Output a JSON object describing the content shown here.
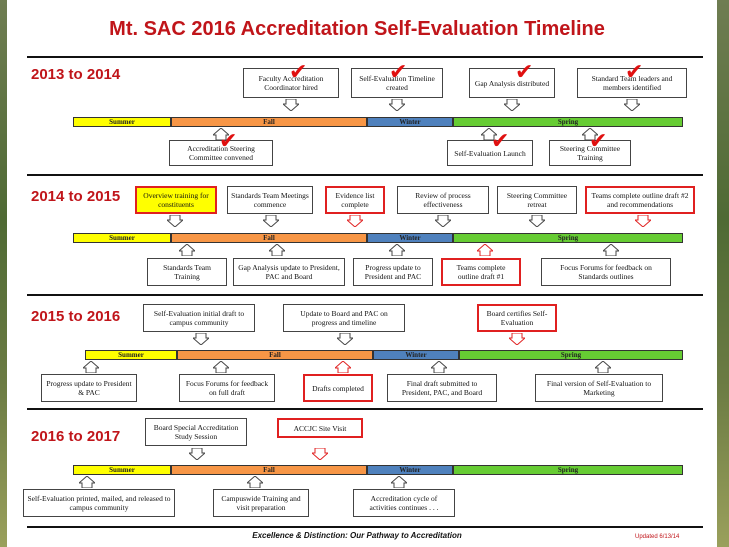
{
  "title": "Mt. SAC 2016 Accreditation Self-Evaluation Timeline",
  "seasons": [
    "Summer",
    "Fall",
    "Winter",
    "Spring"
  ],
  "colors": {
    "summer": "#ffff00",
    "fall": "#f79646",
    "winter": "#4f81bd",
    "spring": "#66cc33",
    "accent": "#c0151a"
  },
  "years": [
    "2013 to 2014",
    "2014 to 2015",
    "2015 to 2016",
    "2016 to 2017"
  ],
  "row1": {
    "top": [
      "Faculty Accreditation Coordinator hired",
      "Self-Evaluation Timeline created",
      "Gap Analysis distributed",
      "Standard Team leaders and members identified"
    ],
    "bottom": [
      "Accreditation Steering Committee convened",
      "Self-Evaluation Launch",
      "Steering Committee Training"
    ]
  },
  "row2": {
    "top": [
      "Overview training for constituents",
      "Standards Team Meetings commence",
      "Evidence list complete",
      "Review of process effectiveness",
      "Steering Committee retreat",
      "Teams complete outline draft #2 and recommendations"
    ],
    "bottom": [
      "Standards Team Training",
      "Gap Analysis update to President, PAC and Board",
      "Progress update to President and PAC",
      "Teams complete outline draft #1",
      "Focus Forums for feedback on Standards outlines"
    ]
  },
  "row3": {
    "top": [
      "Self-Evaluation initial draft to campus community",
      "Update to Board and PAC on progress and timeline",
      "Board certifies Self-Evaluation"
    ],
    "bottom": [
      "Progress update to President & PAC",
      "Focus Forums for feedback on full draft",
      "Drafts completed",
      "Final draft submitted to President, PAC, and Board",
      "Final version of Self-Evaluation to Marketing"
    ]
  },
  "row4": {
    "top": [
      "Board Special Accreditation Study Session",
      "ACCJC Site Visit"
    ],
    "bottom": [
      "Self-Evaluation printed, mailed, and released to campus community",
      "Campuswide Training and visit preparation",
      "Accreditation cycle of activities continues . . ."
    ]
  },
  "footer": "Excellence & Distinction: Our Pathway to Accreditation",
  "updated": "Updated 6/13/14"
}
